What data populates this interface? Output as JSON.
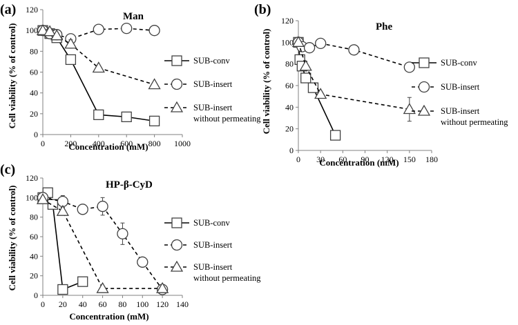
{
  "chart_data": [
    {
      "type": "line",
      "panel": "(a)",
      "title": "Man",
      "xlabel": "Concentration (mM)",
      "ylabel": "Cell viability (% of control)",
      "xlim": [
        0,
        1000
      ],
      "ylim": [
        0,
        120
      ],
      "xticks": [
        0,
        200,
        400,
        600,
        800,
        1000
      ],
      "yticks": [
        0,
        20,
        40,
        60,
        80,
        100,
        120
      ],
      "legend_position": "right",
      "series": [
        {
          "name": "SUB-conv",
          "marker": "square",
          "dash": "solid",
          "x": [
            0,
            50,
            100,
            200,
            400,
            600,
            800
          ],
          "y": [
            100,
            97,
            93,
            72,
            19,
            17,
            13
          ],
          "err": [
            0,
            0,
            0,
            0,
            0,
            0,
            0
          ]
        },
        {
          "name": "SUB-insert",
          "marker": "circle",
          "dash": "dashed",
          "x": [
            0,
            50,
            100,
            200,
            400,
            600,
            800
          ],
          "y": [
            100,
            97,
            96,
            92,
            101,
            102,
            100
          ],
          "err": [
            0,
            0,
            0,
            0,
            0,
            0,
            0
          ]
        },
        {
          "name": "SUB-insert",
          "name2": "without permeating",
          "marker": "triangle",
          "dash": "dashed",
          "x": [
            0,
            50,
            100,
            200,
            400,
            800
          ],
          "y": [
            100,
            99,
            95,
            87,
            64,
            48
          ],
          "err": [
            0,
            0,
            0,
            4,
            0,
            0
          ]
        }
      ]
    },
    {
      "type": "line",
      "panel": "(b)",
      "title": "Phe",
      "xlabel": "Concentration (mM)",
      "ylabel": "Cell viability (% of control)",
      "xlim": [
        0,
        180
      ],
      "ylim": [
        0,
        120
      ],
      "xticks": [
        0,
        30,
        60,
        90,
        120,
        150,
        180
      ],
      "yticks": [
        0,
        20,
        40,
        60,
        80,
        100,
        120
      ],
      "legend_position": "right",
      "series": [
        {
          "name": "SUB-conv",
          "marker": "square",
          "dash": "solid",
          "x": [
            0,
            2,
            5,
            10,
            20,
            50
          ],
          "y": [
            100,
            84,
            78,
            67,
            58,
            14
          ],
          "err": [
            0,
            0,
            0,
            0,
            0,
            0
          ]
        },
        {
          "name": "SUB-insert",
          "marker": "circle",
          "dash": "dashed",
          "x": [
            0,
            5,
            15,
            30,
            75,
            150
          ],
          "y": [
            100,
            96,
            95,
            99,
            93,
            77
          ],
          "err": [
            0,
            0,
            0,
            0,
            0,
            0
          ]
        },
        {
          "name": "SUB-insert",
          "name2": "without permeating",
          "marker": "triangle",
          "dash": "dashed",
          "x": [
            0,
            10,
            30,
            150
          ],
          "y": [
            100,
            78,
            52,
            38
          ],
          "err": [
            0,
            0,
            0,
            11
          ]
        }
      ]
    },
    {
      "type": "line",
      "panel": "(c)",
      "title": "HP-β-CyD",
      "xlabel": "Concentration (mM)",
      "ylabel": "Cell viability (% of control)",
      "xlim": [
        0,
        140
      ],
      "ylim": [
        0,
        120
      ],
      "xticks": [
        0,
        20,
        40,
        60,
        80,
        100,
        120,
        140
      ],
      "yticks": [
        0,
        20,
        40,
        60,
        80,
        100,
        120
      ],
      "legend_position": "right",
      "series": [
        {
          "name": "SUB-conv",
          "marker": "square",
          "dash": "solid",
          "x": [
            0,
            5,
            10,
            20,
            40
          ],
          "y": [
            100,
            105,
            93,
            6,
            14
          ],
          "err": [
            0,
            0,
            0,
            0,
            0
          ]
        },
        {
          "name": "SUB-insert",
          "marker": "circle",
          "dash": "dashed",
          "x": [
            0,
            20,
            40,
            60,
            80,
            100,
            120
          ],
          "y": [
            100,
            96,
            88,
            91,
            63,
            34,
            6
          ],
          "err": [
            0,
            6,
            5,
            9,
            11,
            0,
            5
          ]
        },
        {
          "name": "SUB-insert",
          "name2": "without permeating",
          "marker": "triangle",
          "dash": "dashed",
          "x": [
            0,
            20,
            60,
            120
          ],
          "y": [
            98,
            86,
            7,
            7
          ],
          "err": [
            0,
            3,
            0,
            0
          ]
        }
      ]
    }
  ]
}
